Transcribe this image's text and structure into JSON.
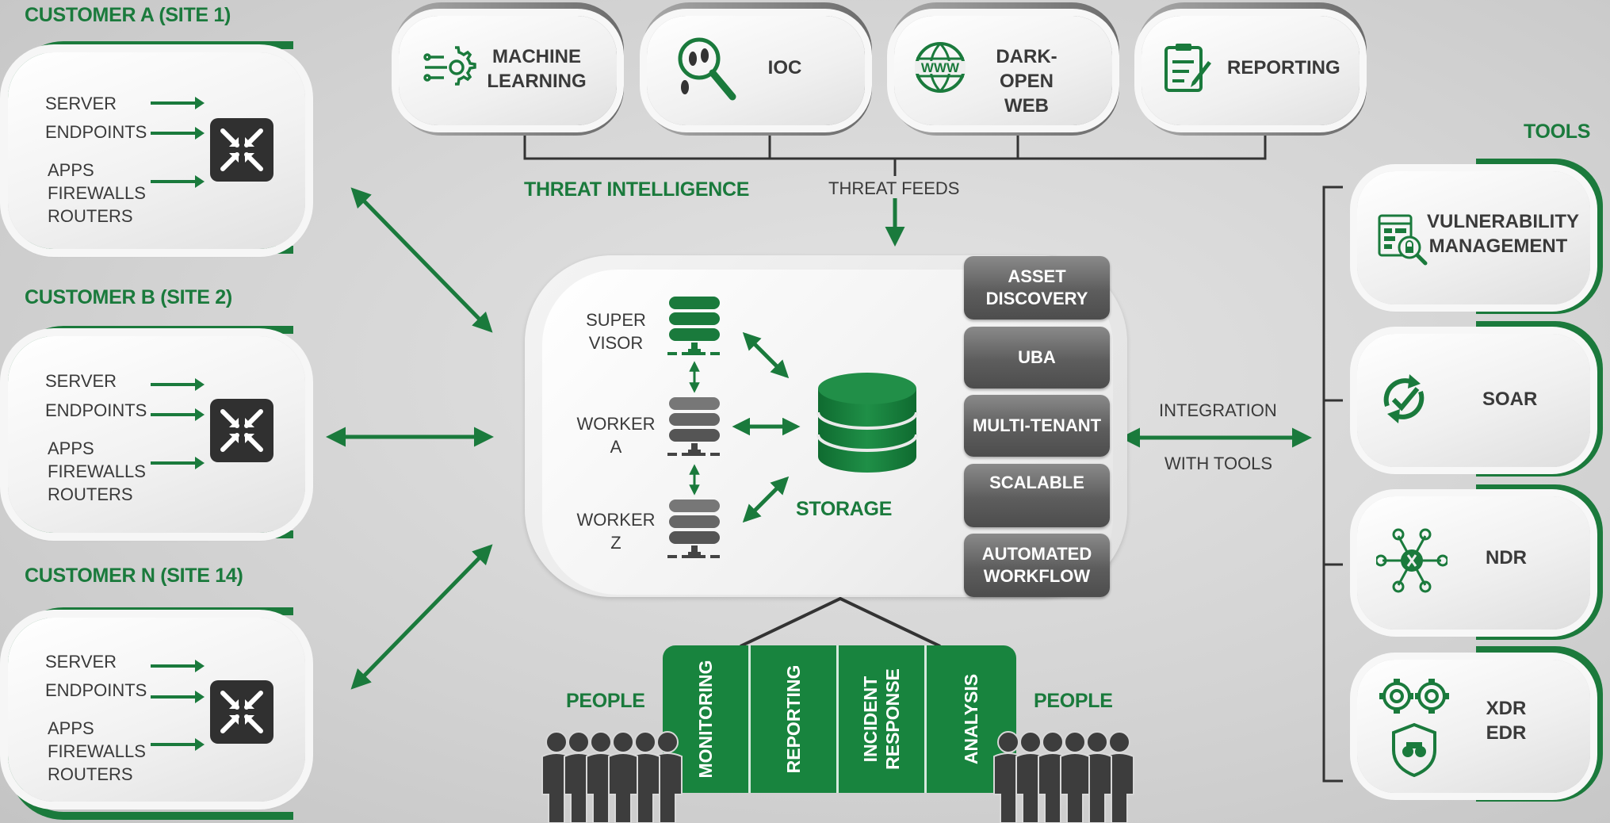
{
  "customers": [
    {
      "title": "CUSTOMER A (SITE 1)",
      "items": [
        "SERVER",
        "ENDPOINTS",
        "APPS",
        "FIREWALLS",
        "ROUTERS"
      ]
    },
    {
      "title": "CUSTOMER B (SITE 2)",
      "items": [
        "SERVER",
        "ENDPOINTS",
        "APPS",
        "FIREWALLS",
        "ROUTERS"
      ]
    },
    {
      "title": "CUSTOMER N (SITE 14)",
      "items": [
        "SERVER",
        "ENDPOINTS",
        "APPS",
        "FIREWALLS",
        "ROUTERS"
      ]
    }
  ],
  "threat_intel": {
    "cards": [
      {
        "line1": "MACHINE",
        "line2": "LEARNING",
        "icon": "gear-circuit-icon"
      },
      {
        "line1": "IOC",
        "line2": "",
        "icon": "footprint-magnifier-icon"
      },
      {
        "line1": "DARK-OPEN",
        "line2": "WEB",
        "icon": "www-globe-icon"
      },
      {
        "line1": "REPORTING",
        "line2": "",
        "icon": "clipboard-pen-icon"
      }
    ],
    "title": "THREAT INTELLIGENCE",
    "feeds_label": "THREAT FEEDS"
  },
  "central": {
    "nodes": [
      {
        "line1": "SUPER",
        "line2": "VISOR"
      },
      {
        "line1": "WORKER",
        "line2": "A"
      },
      {
        "line1": "WORKER",
        "line2": "Z"
      }
    ],
    "storage_label": "STORAGE",
    "features": [
      {
        "line1": "ASSET",
        "line2": "DISCOVERY"
      },
      {
        "line1": "UBA",
        "line2": ""
      },
      {
        "line1": "MULTI-TENANT",
        "line2": ""
      },
      {
        "line1": "SCALABLE",
        "line2": ""
      },
      {
        "line1": "AUTOMATED",
        "line2": "WORKFLOW"
      }
    ]
  },
  "integration": {
    "line1": "INTEGRATION",
    "line2": "WITH TOOLS"
  },
  "operations": {
    "columns": [
      {
        "line1": "MONITORING",
        "line2": ""
      },
      {
        "line1": "REPORTING",
        "line2": ""
      },
      {
        "line1": "INCIDENT",
        "line2": "RESPONSE"
      },
      {
        "line1": "ANALYSIS",
        "line2": ""
      }
    ],
    "people_left": "PEOPLE",
    "people_right": "PEOPLE"
  },
  "tools": {
    "title": "TOOLS",
    "cards": [
      {
        "line1": "VULNERABILITY",
        "line2": "MANAGEMENT",
        "icon": "vulnerability-scan-icon"
      },
      {
        "line1": "SOAR",
        "line2": "",
        "icon": "refresh-check-icon"
      },
      {
        "line1": "NDR",
        "line2": "",
        "icon": "network-bug-icon"
      },
      {
        "line1": "XDR",
        "line2": "EDR",
        "icon": "gears-shield-icon"
      }
    ]
  },
  "colors": {
    "accent_green": "#1a7a3c",
    "dark_gray": "#3a3a3a",
    "button_gray": "#5d5d5d"
  }
}
